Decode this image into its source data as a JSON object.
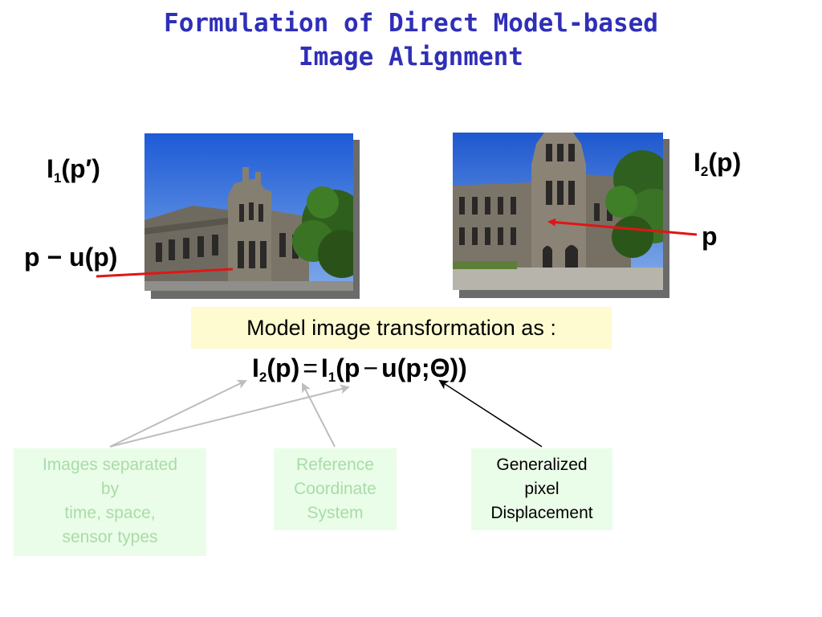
{
  "title": {
    "line1": "Formulation of Direct Model-based",
    "line2": "Image Alignment"
  },
  "left": {
    "image_label_main": "I",
    "image_label_sub": "1",
    "image_label_arg": "(p′)",
    "point_label": "p − u(p)"
  },
  "right": {
    "image_label_main": "I",
    "image_label_sub": "2",
    "image_label_arg": "(p)",
    "point_label": "p"
  },
  "model": {
    "caption": "Model image transformation as :",
    "eq_lhs_main": "I",
    "eq_lhs_sub": "2",
    "eq_lhs_arg": "(p)",
    "eq_equals": "=",
    "eq_rhs_main": "I",
    "eq_rhs_sub": "1",
    "eq_rhs_arg1": "(p",
    "eq_minus": "−",
    "eq_rhs_arg2": "u(p;Θ))"
  },
  "notes": {
    "images_separated": [
      "Images separated",
      "by",
      "time, space,",
      "sensor types"
    ],
    "reference": [
      "Reference",
      "Coordinate",
      "System"
    ],
    "generalized": [
      "Generalized",
      "pixel",
      "Displacement"
    ]
  },
  "colors": {
    "title": "#2f2fb8",
    "model_box": "#fdfbcf",
    "note_box": "#eafde8",
    "note_text_light": "#a8dca8",
    "arrow_red": "#e01515",
    "arrow_gray": "#bdbdbd",
    "arrow_black": "#000000"
  }
}
